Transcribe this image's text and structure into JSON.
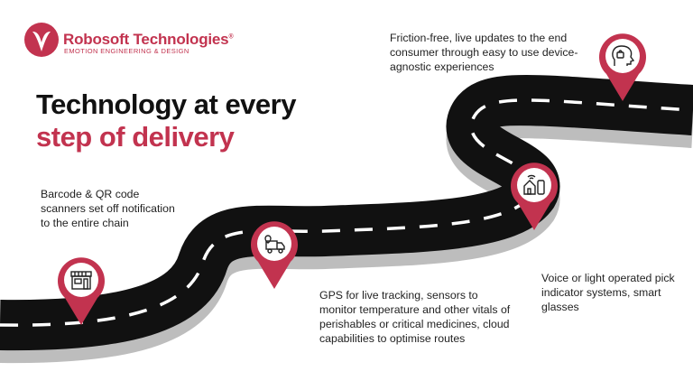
{
  "logo": {
    "name": "Robosoft Technologies",
    "registered_mark": "®",
    "tagline": "EMOTION ENGINEERING & DESIGN",
    "accent": "#c2334f"
  },
  "title": {
    "line1": "Technology at every",
    "line2": "step of delivery"
  },
  "colors": {
    "pin": "#c2334f",
    "road": "#111111",
    "road_edge": "#bdbdbd",
    "lane": "#ffffff"
  },
  "steps": [
    {
      "icon": "storefront-icon",
      "text": "Barcode & QR code scanners set off notification to the entire chain"
    },
    {
      "icon": "delivery-truck-icon",
      "text": "GPS for live tracking, sensors to monitor temperature and other vitals of perishables or critical medicines, cloud capabilities to optimise routes"
    },
    {
      "icon": "smart-home-phone-icon",
      "text": "Voice or light operated pick indicator systems, smart glasses"
    },
    {
      "icon": "consumer-head-icon",
      "text": "Friction-free, live updates to the end consumer through easy to use device-agnostic experiences"
    }
  ]
}
